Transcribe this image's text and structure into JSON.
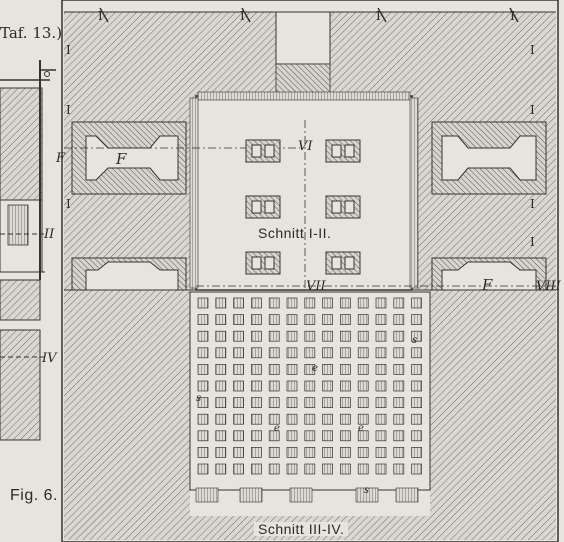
{
  "plate": {
    "taf_ref": "Taf. 13.)",
    "figure_label": "Fig. 6.",
    "caption_upper": "Schnitt I-II.",
    "caption_lower": "Schnitt III-IV."
  },
  "section_marks": {
    "I": "I",
    "II": "II",
    "IV": "IV",
    "VI": "VI",
    "VII": "VII",
    "VIII": "VIII"
  },
  "refs": {
    "F": "F",
    "e": "e",
    "s": "s"
  },
  "colors": {
    "paper": "#e6e4dc",
    "ink": "#2a2a2a",
    "hatch": "#6e6e6e"
  }
}
